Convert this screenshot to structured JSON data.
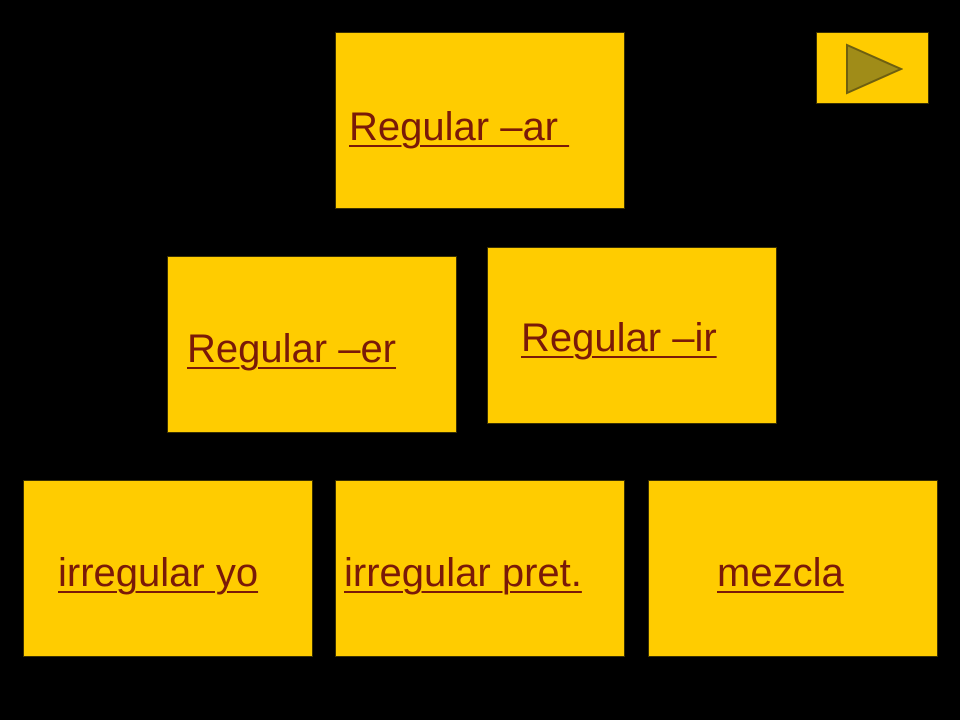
{
  "tiles": {
    "ar": {
      "label": "Regular –ar "
    },
    "er": {
      "label": "Regular –er"
    },
    "ir": {
      "label": "Regular –ir"
    },
    "irregular_yo": {
      "label": "irregular yo"
    },
    "irregular_pret": {
      "label": "irregular pret."
    },
    "mezcla": {
      "label": "mezcla"
    }
  },
  "navigation": {
    "next_icon": "play-triangle-icon"
  },
  "colors": {
    "background": "#000000",
    "tile": "#FFCC00",
    "label_text": "#7A1A08",
    "arrow_fill": "#A08C18"
  }
}
